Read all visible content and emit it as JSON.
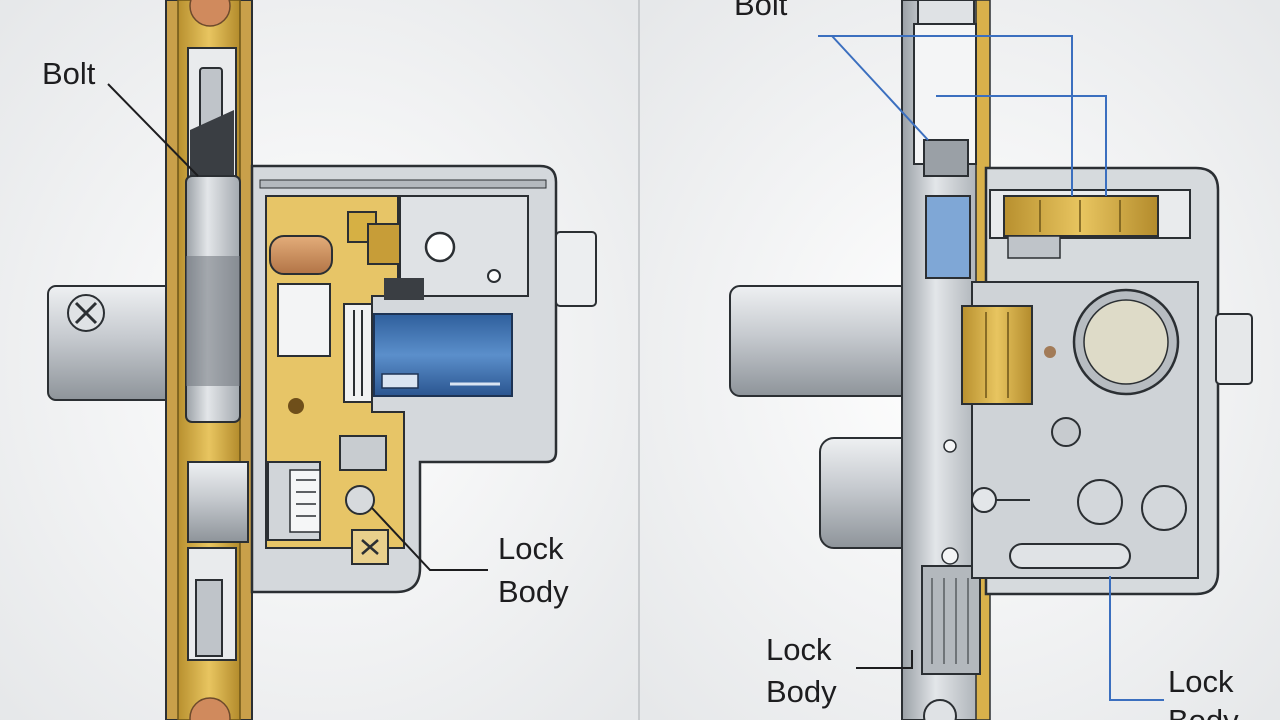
{
  "panels": [
    {
      "id": "left",
      "labels": {
        "bolt": "Bolt",
        "lock_line1": "Lock",
        "lock_line2": "Body"
      }
    },
    {
      "id": "right",
      "labels": {
        "bolt": "Bolt",
        "lock_body_line1": "Lock",
        "lock_body_line2": "Body",
        "lock_line1": "Lock",
        "lock_line2": "Body"
      }
    }
  ],
  "colors": {
    "brass": "#d9b14b",
    "brass_dark": "#a9842a",
    "steel": "#c9cdd1",
    "steel_light": "#e4e7ea",
    "steel_dark": "#8d9399",
    "outline": "#2b2f33",
    "blue": "#3f74b3",
    "leader_blue": "#3b6fbf",
    "copper": "#c58a5a"
  }
}
